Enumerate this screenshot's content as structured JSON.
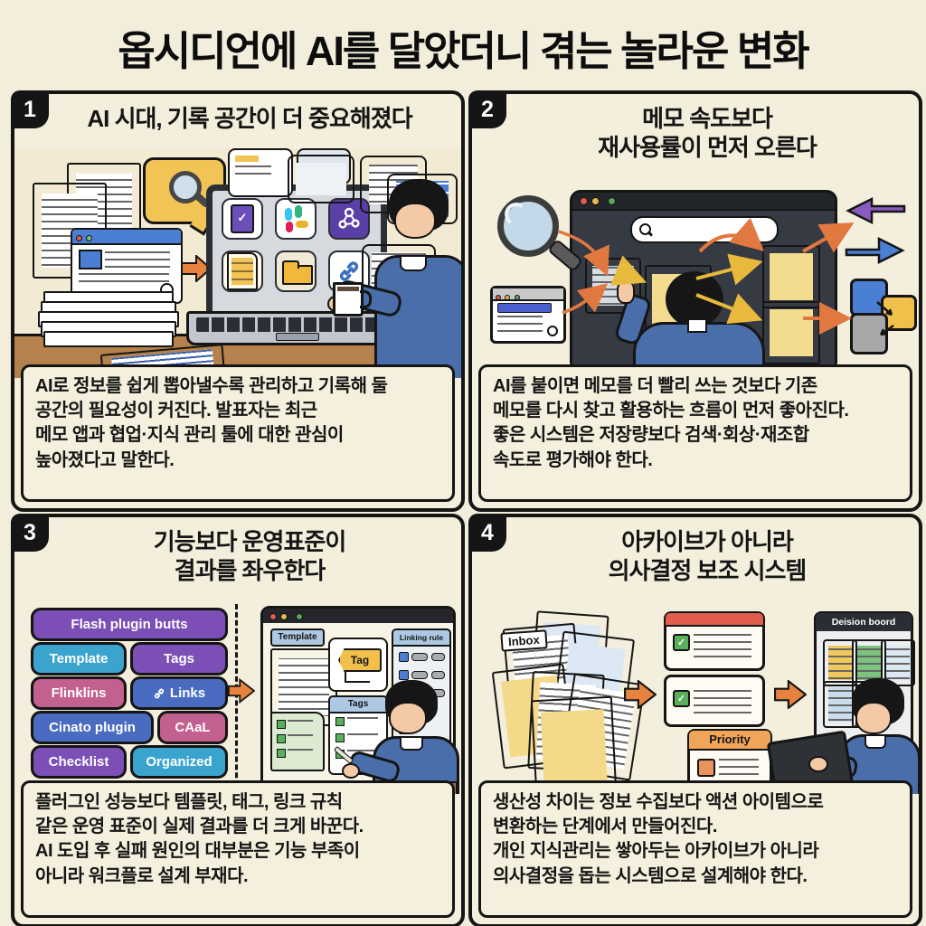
{
  "title": "옵시디언에 AI를 달았더니 겪는 놀라운 변화",
  "palette": {
    "background": "#f2eedb",
    "ink": "#151515",
    "accent_orange": "#e8823f",
    "sticky_yellow": "#f3dc8f",
    "person_blue": "#4a6ea9",
    "desk_brown": "#b5824e",
    "browser_dark": "#363a42",
    "bubble_blue": "#4a7fd4"
  },
  "panels": [
    {
      "number": "1",
      "heading": "AI 시대, 기록 공간이 더 중요해졌다",
      "body": "AI로 정보를 쉽게 뽑아낼수록 관리하고 기록해 둘\n공간의 필요성이 커진다. 발표자는 최근\n메모 앱과 협업·지식 관리 툴에 대한 관심이\n높아졌다고 말한다."
    },
    {
      "number": "2",
      "heading": "메모 속도보다\n재사용률이 먼저 오른다",
      "body": "AI를 붙이면 메모를 더 빨리 쓰는 것보다 기존\n메모를 다시 찾고 활용하는 흐름이 먼저 좋아진다.\n좋은 시스템은 저장량보다 검색·회상·재조합\n속도로 평가해야 한다."
    },
    {
      "number": "3",
      "heading": "기능보다 운영표준이\n결과를 좌우한다",
      "body": "플러그인 성능보다 템플릿, 태그, 링크 규칙\n같은 운영 표준이 실제 결과를 더 크게 바꾼다.\nAI 도입 후 실패 원인의 대부분은 기능 부족이\n아니라 워크플로 설계 부재다.",
      "buttons": [
        {
          "label": "Flash plugin butts",
          "color": "#7b4fb5"
        },
        {
          "label": "Template",
          "color": "#3aa4cf"
        },
        {
          "label": "Tags",
          "color": "#7b4fb5"
        },
        {
          "label": "Flinklins",
          "color": "#c2608f"
        },
        {
          "label": "Links",
          "color": "#4a6cc0"
        },
        {
          "label": "Cinato plugin",
          "color": "#4a6cc0"
        },
        {
          "label": "CAaL",
          "color": "#c2608f"
        },
        {
          "label": "Checklist",
          "color": "#7b4fb5"
        },
        {
          "label": "Organized",
          "color": "#3aa4cf"
        }
      ],
      "window": {
        "template": "Template",
        "tag": "Tag",
        "tags": "Tags",
        "linking_rule": "Linking rule"
      }
    },
    {
      "number": "4",
      "heading": "아카이브가 아니라\n의사결정 보조 시스템",
      "body": "생산성 차이는 정보 수집보다 액션 아이템으로\n변환하는 단계에서 만들어진다.\n개인 지식관리는 쌓아두는 아카이브가 아니라\n의사결정을 돕는 시스템으로 설계해야 한다.",
      "labels": {
        "inbox": "Inbox",
        "priority": "Priority",
        "board": "Deision boord"
      },
      "board_cards": [
        "#f0c95c",
        "#7cc47e",
        "#dce8f4",
        "#c9dcee",
        "#b9bdc2"
      ]
    }
  ]
}
